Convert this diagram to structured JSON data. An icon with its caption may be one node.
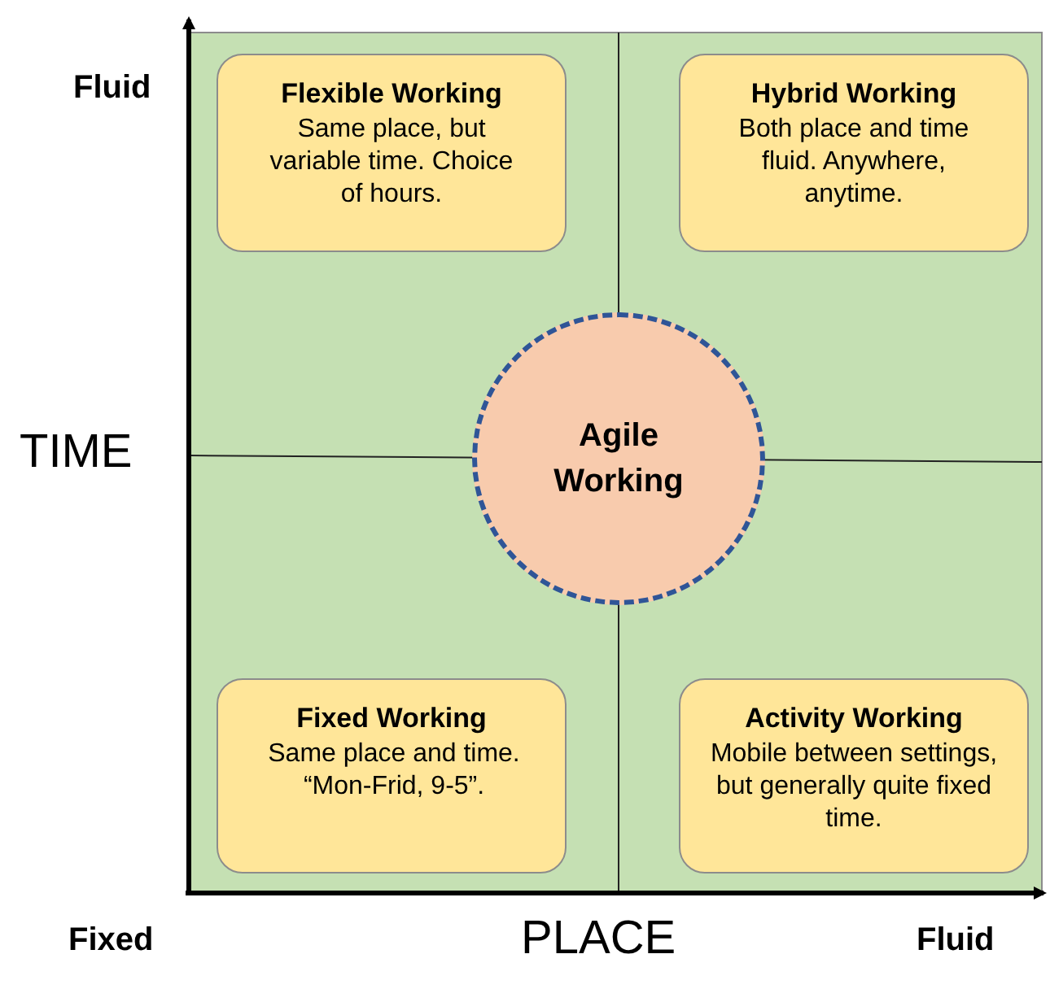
{
  "diagram": {
    "nodes": [
      {
        "text": [
          "Flexible Working",
          "Same place, but variable time. Choice of hours."
        ]
      },
      {
        "text": [
          "Hybrid Working",
          "Both place and time fluid. Anywhere, anytime."
        ]
      },
      {
        "text": [
          "Agile Working"
        ]
      },
      {
        "text": [
          "Fixed Working",
          "Same place and time. “Mon-Frid, 9-5”."
        ]
      },
      {
        "text": [
          "Activity Working",
          "Mobile between settings, but generally quite fixed time."
        ]
      }
    ],
    "edges": [],
    "labels": [
      "Fluid",
      "TIME",
      "Fixed",
      "PLACE",
      "Fluid"
    ]
  }
}
